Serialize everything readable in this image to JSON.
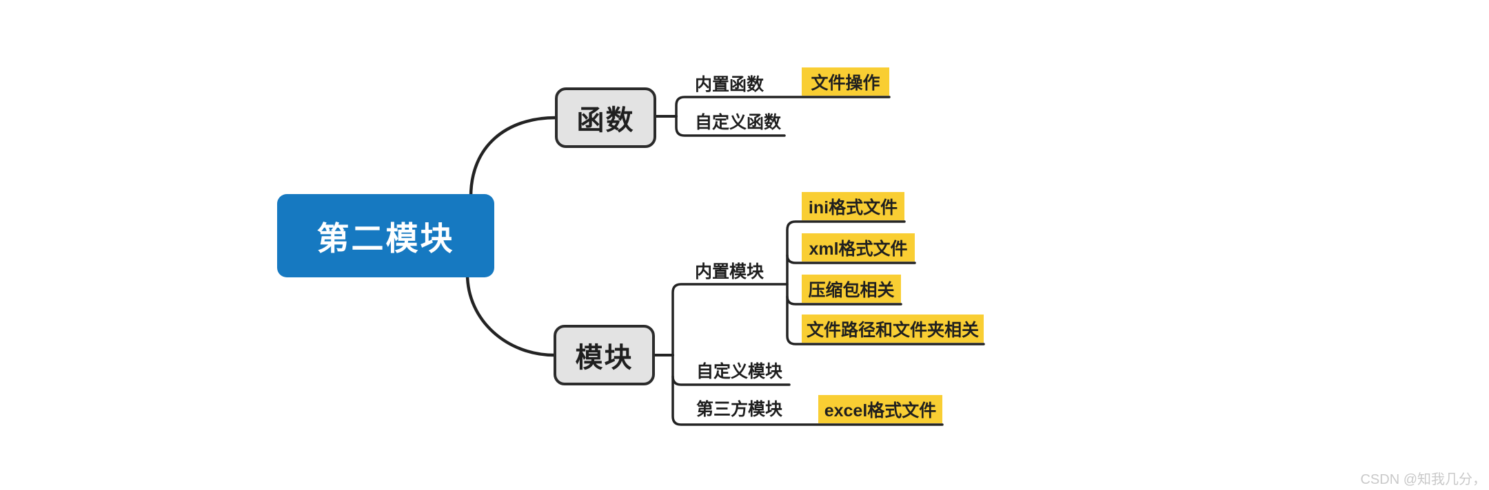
{
  "colors": {
    "root_fill": "#1679C1",
    "root_text": "#FFFFFF",
    "branch_fill": "#E3E3E3",
    "branch_border": "#2B2B2B",
    "highlight_fill": "#F9CE33",
    "line": "#232323",
    "text": "#1F1F1F",
    "watermark_text": "#C9C9C9"
  },
  "mindmap": {
    "root": {
      "label": "第二模块"
    },
    "branches": [
      {
        "label": "函数",
        "children": [
          {
            "label": "内置函数",
            "children": [
              {
                "label": "文件操作",
                "highlighted": true
              }
            ]
          },
          {
            "label": "自定义函数",
            "children": []
          }
        ]
      },
      {
        "label": "模块",
        "children": [
          {
            "label": "内置模块",
            "children": [
              {
                "label": "ini格式文件",
                "highlighted": true
              },
              {
                "label": "xml格式文件",
                "highlighted": true
              },
              {
                "label": "压缩包相关",
                "highlighted": true
              },
              {
                "label": "文件路径和文件夹相关",
                "highlighted": true
              }
            ]
          },
          {
            "label": "自定义模块",
            "children": []
          },
          {
            "label": "第三方模块",
            "children": [
              {
                "label": "excel格式文件",
                "highlighted": true
              }
            ]
          }
        ]
      }
    ]
  },
  "watermark": {
    "text": "CSDN @知我几分，"
  }
}
